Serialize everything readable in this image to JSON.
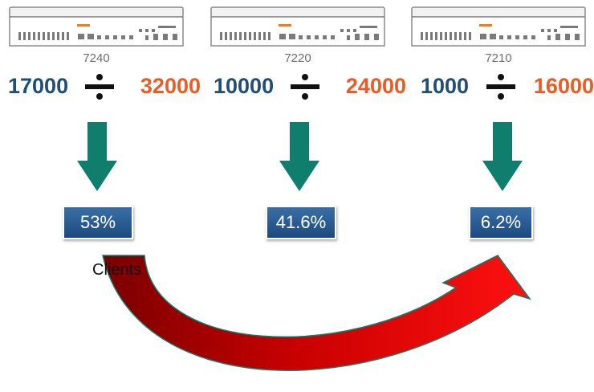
{
  "colors": {
    "numerator": "#1f4e79",
    "denominator": "#ee5a24",
    "divider": "#111111",
    "down_arrow": "#0f7e6d",
    "curved_arrow": "#e80000",
    "curved_arrow_dark": "#8b0000"
  },
  "devices": [
    {
      "model": "7240",
      "numerator": "17000",
      "denominator": "32000",
      "percent": "53%"
    },
    {
      "model": "7220",
      "numerator": "10000",
      "denominator": "24000",
      "percent": "41.6%"
    },
    {
      "model": "7210",
      "numerator": "1000",
      "denominator": "16000",
      "percent": "6.2%"
    }
  ],
  "curve_label": "Clients"
}
